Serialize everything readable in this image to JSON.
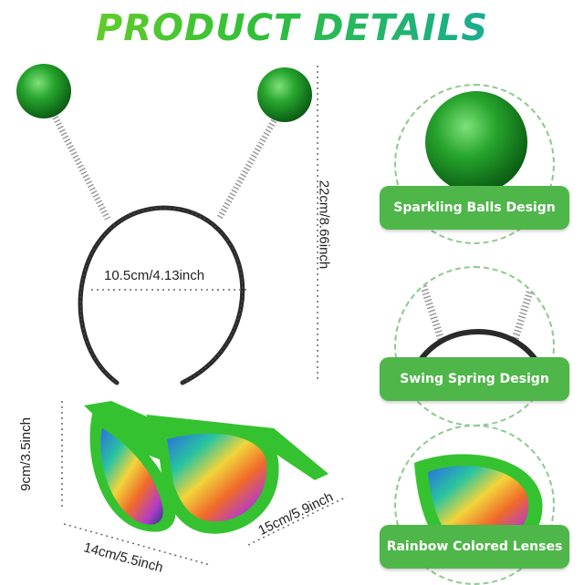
{
  "header": {
    "title": "PRODUCT DETAILS"
  },
  "dimensions": {
    "headband_height": "22cm/8.66inch",
    "headband_width": "10.5cm/4.13inch",
    "glasses_height": "9cm/3.5inch",
    "glasses_width": "14cm/5.5inch",
    "glasses_length": "15cm/5.9inch"
  },
  "features": [
    {
      "label": "Sparkling Balls Design",
      "icon": "sparkling-ball-icon"
    },
    {
      "label": "Swing Spring Design",
      "icon": "spring-icon"
    },
    {
      "label": "Rainbow Colored Lenses",
      "icon": "rainbow-lens-icon"
    }
  ],
  "colors": {
    "title_gradient": [
      "#7ed321",
      "#2fbf3a",
      "#12a4b8"
    ],
    "badge_green": "#4fb64a",
    "glitter_green": "#1e9e2a",
    "frame_green": "#35c230",
    "headband": "#2a2a2a"
  }
}
